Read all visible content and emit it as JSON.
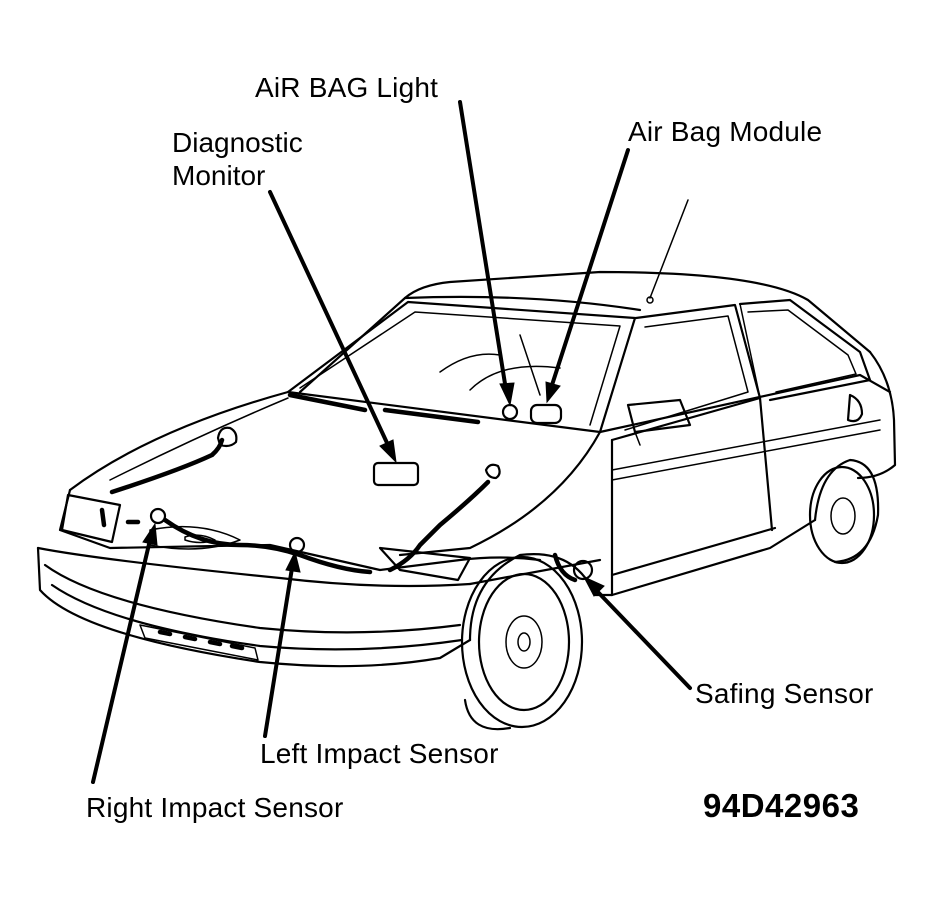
{
  "labels": {
    "air_bag_light": "AiR BAG Light",
    "diagnostic_monitor_line1": "Diagnostic",
    "diagnostic_monitor_line2": "Monitor",
    "air_bag_module": "Air Bag Module",
    "safing_sensor": "Safing Sensor",
    "left_impact_sensor": "Left Impact Sensor",
    "right_impact_sensor": "Right Impact Sensor"
  },
  "figure_code": "94D42963",
  "colors": {
    "ink": "#000000",
    "paper": "#ffffff"
  }
}
